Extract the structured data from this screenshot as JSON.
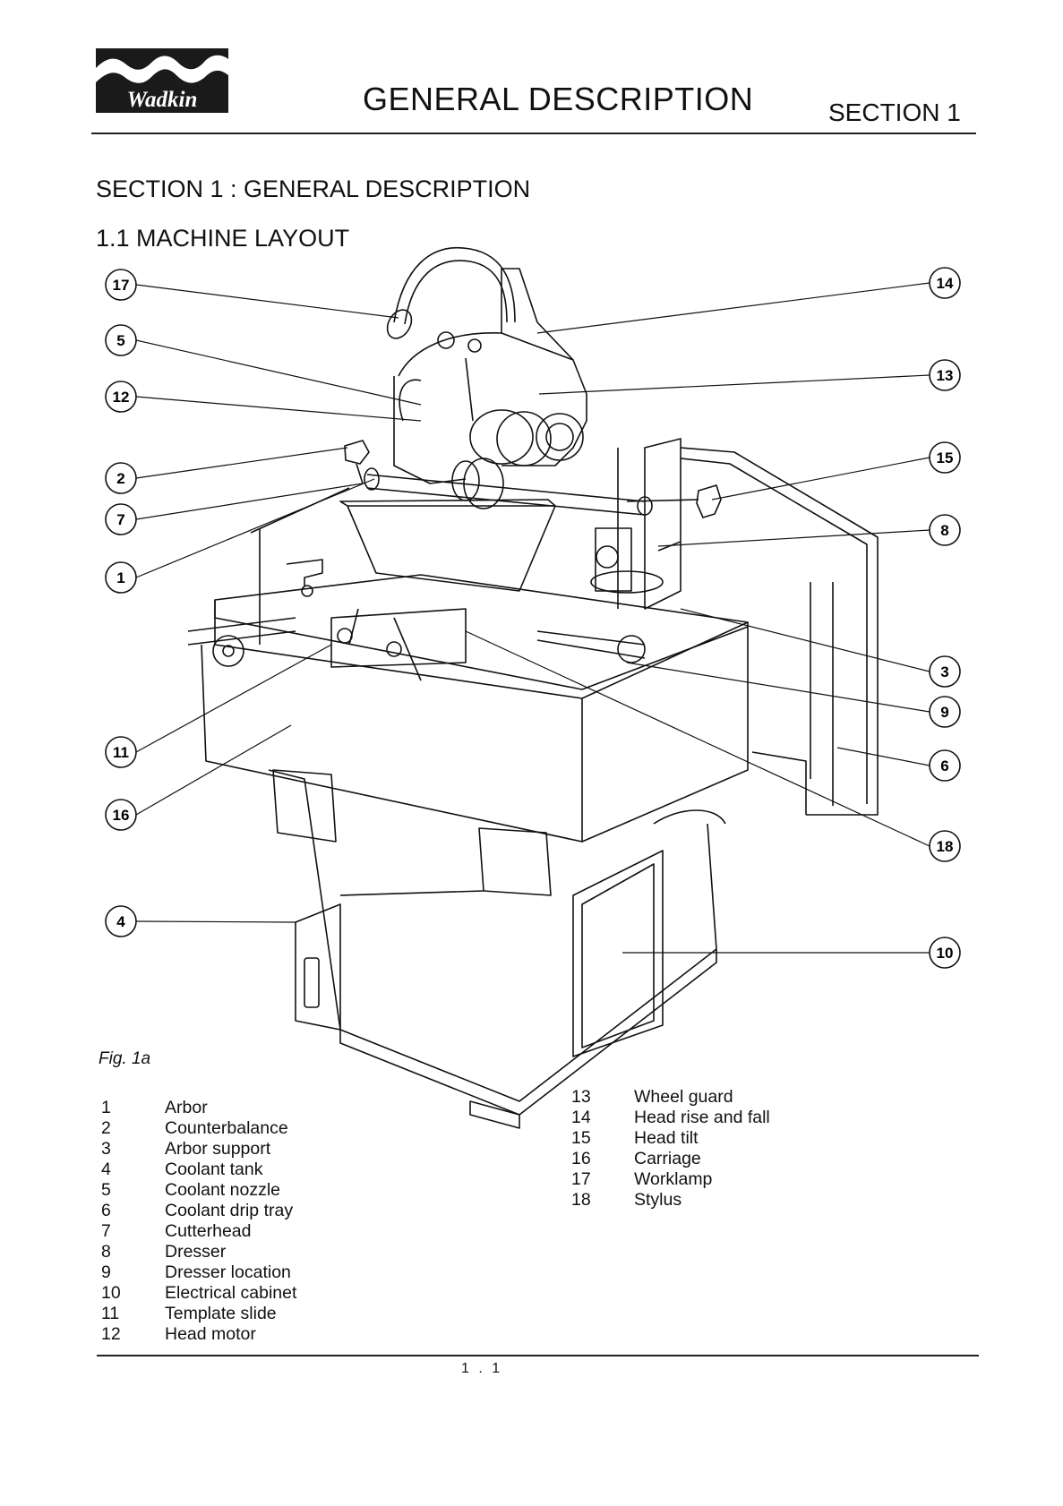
{
  "header": {
    "logo_text": "Wadkin",
    "title": "GENERAL DESCRIPTION",
    "section": "SECTION 1"
  },
  "heading": "SECTION 1 : GENERAL DESCRIPTION",
  "subheading": "1.1 MACHINE LAYOUT",
  "figure": {
    "caption": "Fig. 1a",
    "callouts": [
      "17",
      "5",
      "12",
      "2",
      "7",
      "1",
      "11",
      "16",
      "4",
      "14",
      "13",
      "15",
      "8",
      "3",
      "9",
      "6",
      "18",
      "10"
    ]
  },
  "parts_left": [
    {
      "num": "1",
      "name": "Arbor"
    },
    {
      "num": "2",
      "name": "Counterbalance"
    },
    {
      "num": "3",
      "name": "Arbor support"
    },
    {
      "num": "4",
      "name": "Coolant tank"
    },
    {
      "num": "5",
      "name": "Coolant nozzle"
    },
    {
      "num": "6",
      "name": "Coolant drip tray"
    },
    {
      "num": "7",
      "name": "Cutterhead"
    },
    {
      "num": "8",
      "name": "Dresser"
    },
    {
      "num": "9",
      "name": "Dresser location"
    },
    {
      "num": "10",
      "name": "Electrical cabinet"
    },
    {
      "num": "11",
      "name": "Template slide"
    },
    {
      "num": "12",
      "name": "Head motor"
    }
  ],
  "parts_right": [
    {
      "num": "13",
      "name": "Wheel guard"
    },
    {
      "num": "14",
      "name": "Head rise and fall"
    },
    {
      "num": "15",
      "name": "Head tilt"
    },
    {
      "num": "16",
      "name": "Carriage"
    },
    {
      "num": "17",
      "name": "Worklamp"
    },
    {
      "num": "18",
      "name": "Stylus"
    }
  ],
  "footer": {
    "page_number": "1 . 1"
  }
}
